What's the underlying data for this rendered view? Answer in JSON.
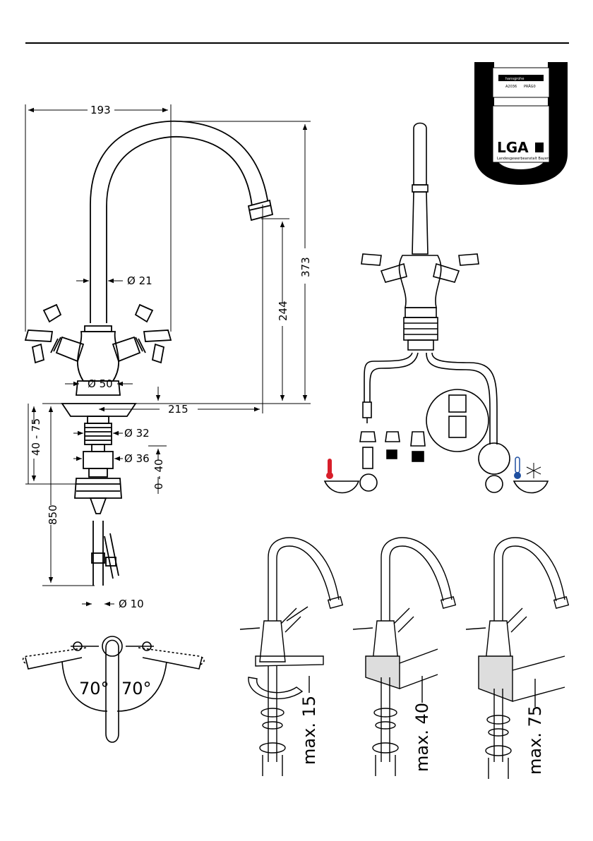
{
  "dimensions": {
    "width_193": "193",
    "height_373": "373",
    "height_244": "244",
    "diameter_21": "Ø 21",
    "diameter_50": "Ø 50",
    "reach_215": "215",
    "diameter_32": "Ø 32",
    "diameter_36": "Ø 36",
    "range_40_75": "40 - 75",
    "range_0_40": "0 - 40",
    "length_850": "850",
    "diameter_10": "Ø 10"
  },
  "rotation": {
    "left": "70°",
    "right": "70°"
  },
  "installation": {
    "max_15": "max. 15",
    "max_40": "max. 40",
    "max_75": "max. 75"
  },
  "certificate": {
    "brand": "hansgrohe",
    "code_a": "A2036",
    "code_b": "PRÄG0",
    "logo": "LGA",
    "org": "Landesgewerbeanstalt Bayern"
  },
  "colors": {
    "hot": "#d81e2a",
    "cold": "#1e4fa0",
    "ink": "#000000"
  }
}
